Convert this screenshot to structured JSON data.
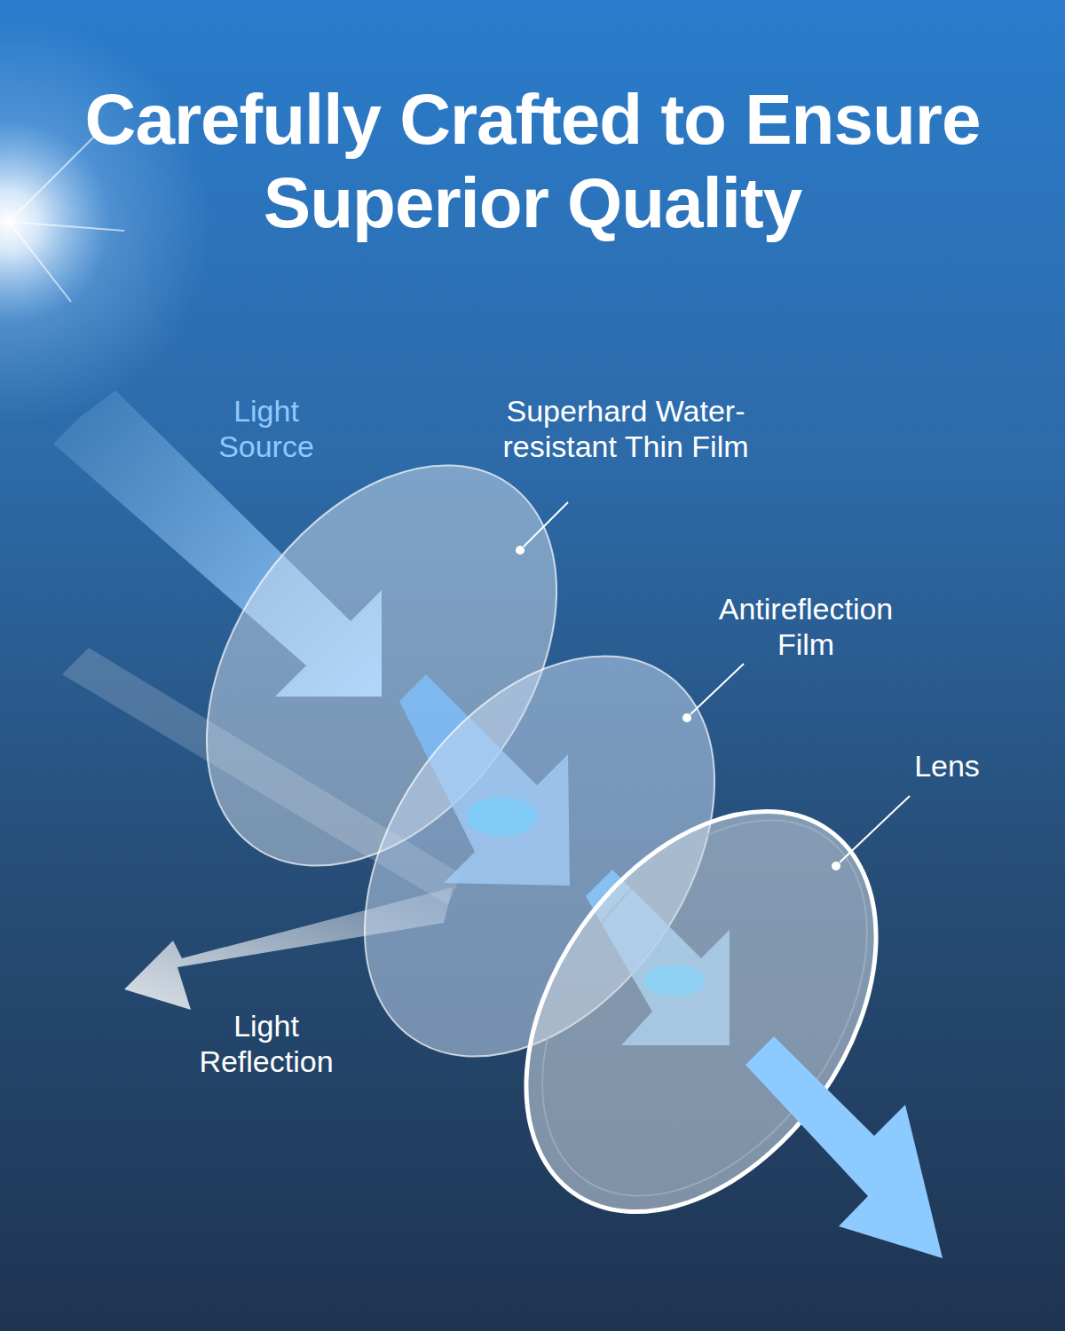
{
  "diagram": {
    "title": "Carefully Crafted to Ensure Superior Quality",
    "labels": [
      "Light Source",
      "Superhard Water-resistant Thin Film",
      "Antireflection Film",
      "Lens",
      "Light Reflection"
    ]
  }
}
